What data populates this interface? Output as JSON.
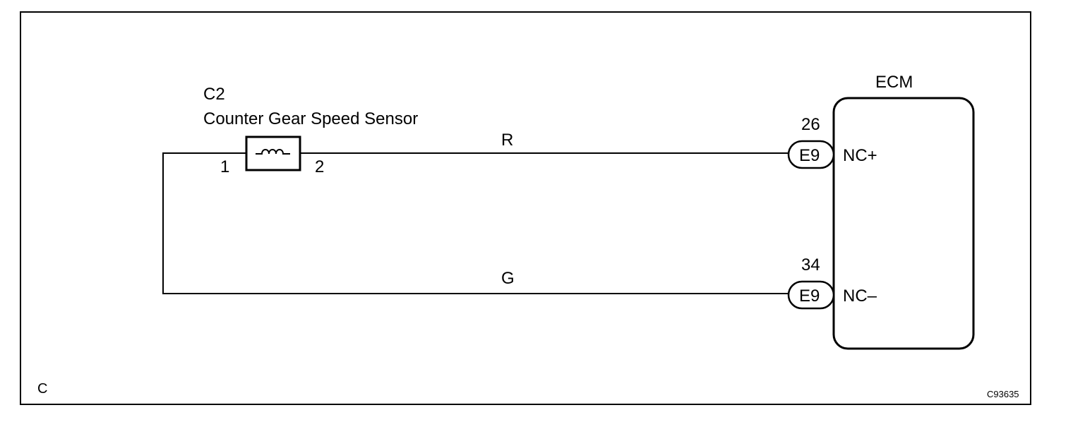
{
  "sensor": {
    "connector": "C2",
    "name": "Counter Gear Speed Sensor",
    "pin_left": "1",
    "pin_right": "2"
  },
  "wires": {
    "top_color": "R",
    "bottom_color": "G"
  },
  "ecm": {
    "title": "ECM",
    "upper_pin_number": "26",
    "upper_connector": "E9",
    "upper_terminal": "NC+",
    "lower_pin_number": "34",
    "lower_connector": "E9",
    "lower_terminal": "NC–"
  },
  "footer": {
    "corner_letter": "C",
    "figure_code": "C93635"
  }
}
